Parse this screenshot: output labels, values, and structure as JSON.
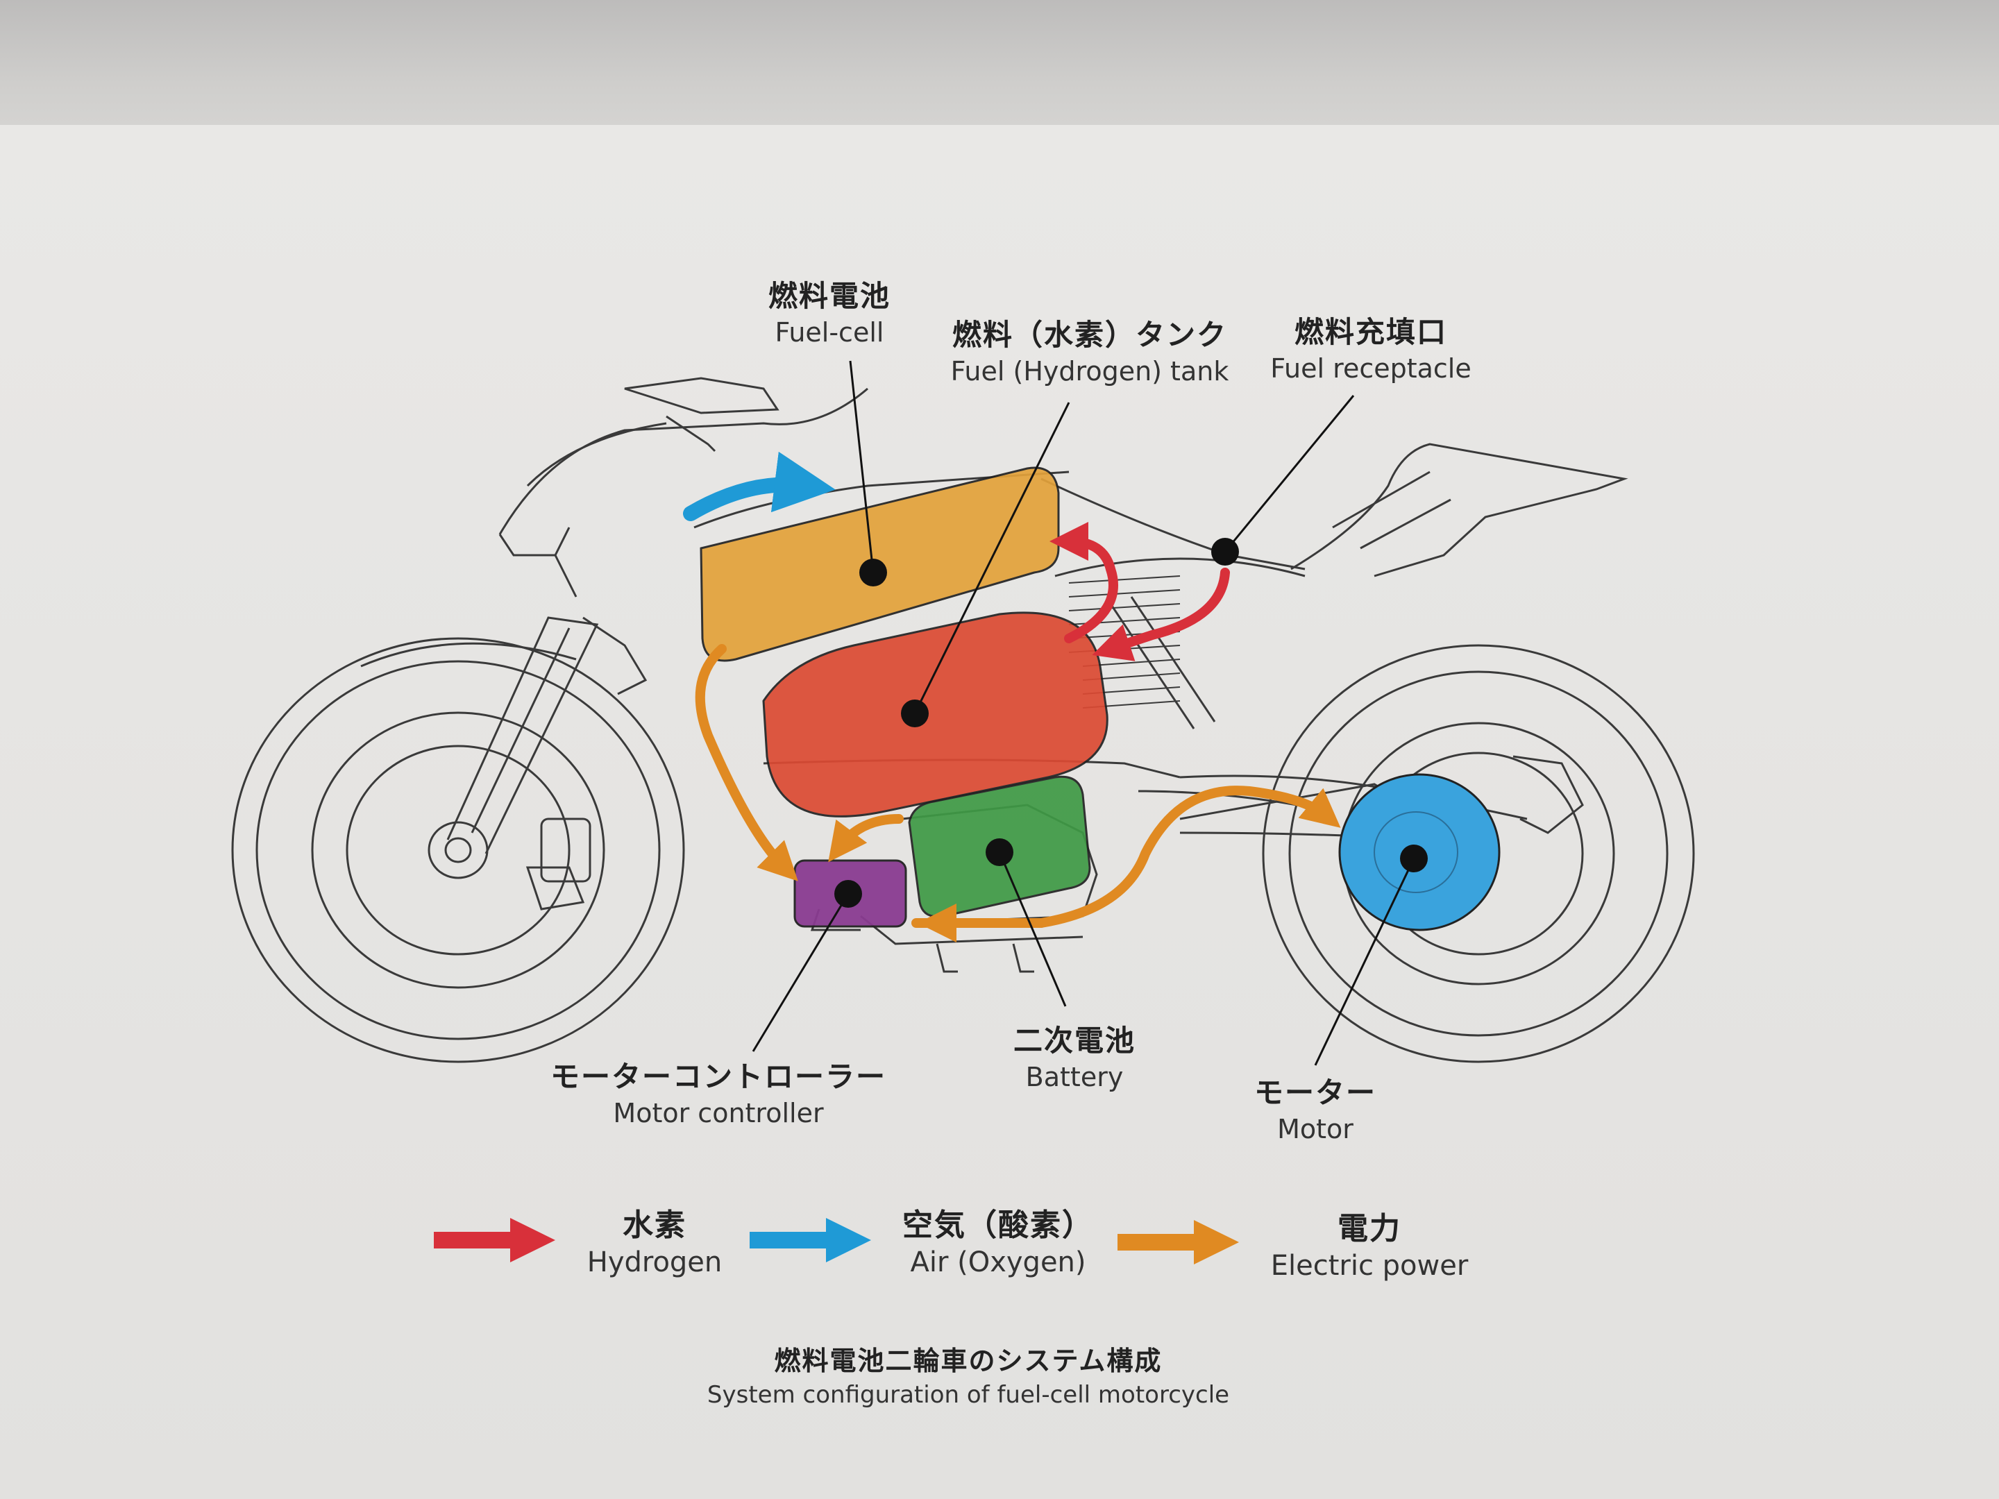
{
  "colors": {
    "hydrogen": "#d8303a",
    "air": "#1f9ad6",
    "electric": "#e08a22",
    "fuel_cell": "#e3a23a",
    "tank": "#dc4a33",
    "battery": "#3f9a45",
    "controller": "#8a3c91",
    "motor": "#3aa3dd"
  },
  "components": {
    "fuel_cell": {
      "jp": "燃料電池",
      "en": "Fuel-cell"
    },
    "tank": {
      "jp": "燃料（水素）タンク",
      "en": "Fuel (Hydrogen) tank"
    },
    "receptacle": {
      "jp": "燃料充填口",
      "en": "Fuel receptacle"
    },
    "controller": {
      "jp": "モーターコントローラー",
      "en": "Motor controller"
    },
    "battery": {
      "jp": "二次電池",
      "en": "Battery"
    },
    "motor": {
      "jp": "モーター",
      "en": "Motor"
    }
  },
  "legend": [
    {
      "jp": "水素",
      "en": "Hydrogen",
      "color": "#d8303a"
    },
    {
      "jp": "空気（酸素）",
      "en": "Air (Oxygen)",
      "color": "#1f9ad6"
    },
    {
      "jp": "電力",
      "en": "Electric power",
      "color": "#e08a22"
    }
  ],
  "caption": {
    "jp": "燃料電池二輪車のシステム構成",
    "en": "System configuration of fuel-cell motorcycle"
  }
}
